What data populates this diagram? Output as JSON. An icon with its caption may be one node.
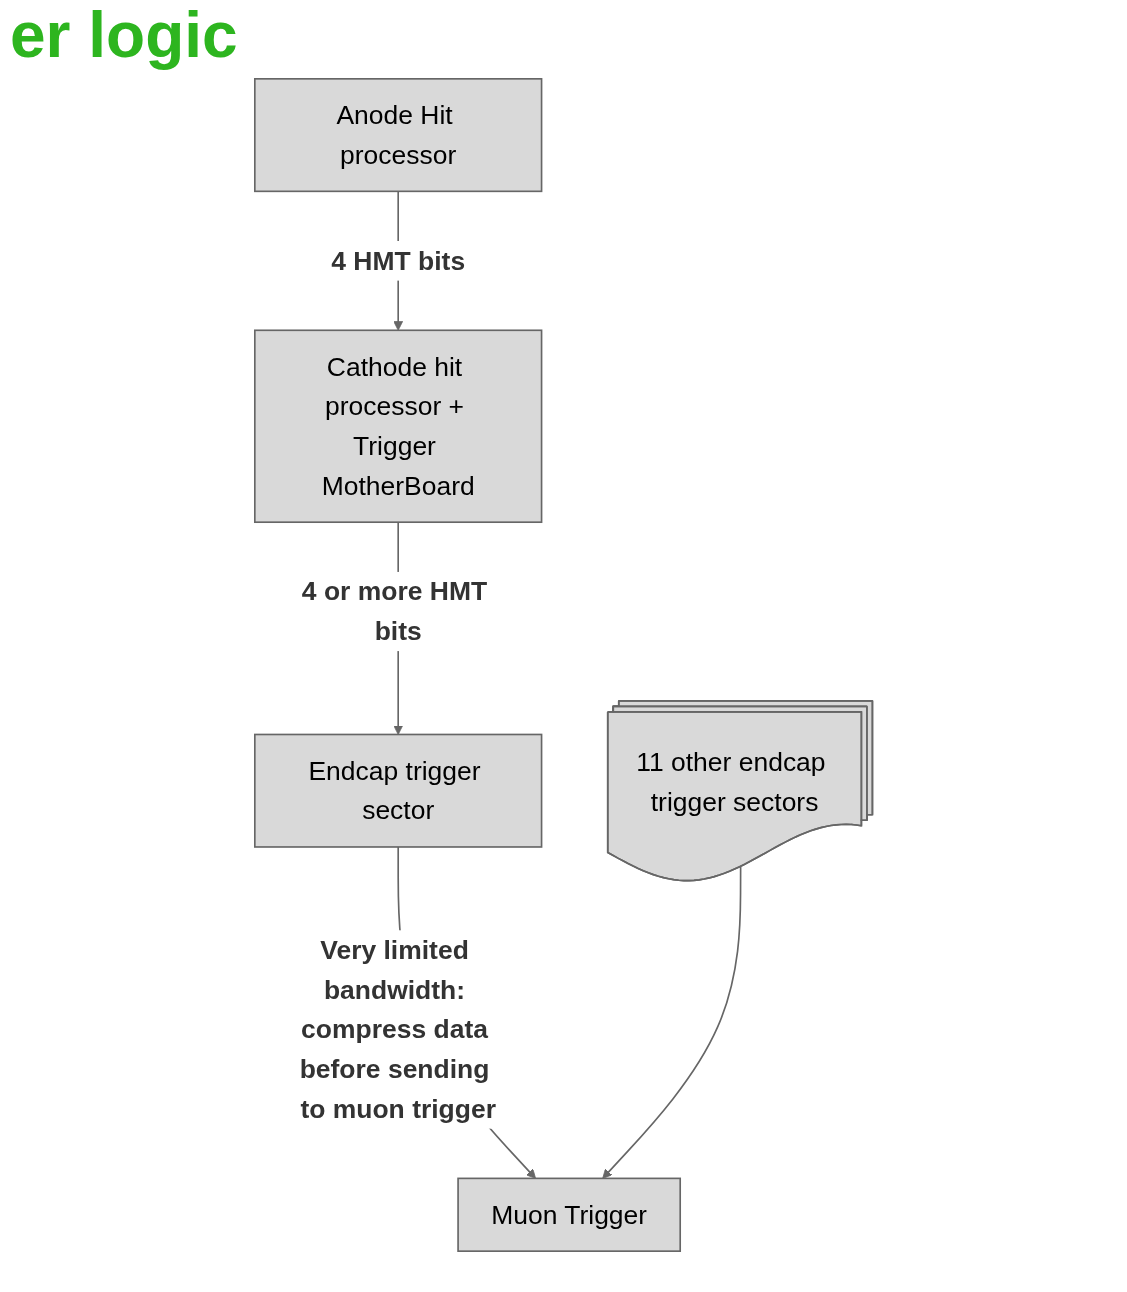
{
  "diagram": {
    "title": "er logic",
    "nodes": [
      {
        "text": [
          "Anode Hit processor"
        ]
      },
      {
        "text": [
          "Cathode hit processor + Trigger MotherBoard"
        ]
      },
      {
        "text": [
          "Endcap trigger sector"
        ]
      },
      {
        "text": [
          "11 other endcap trigger sectors"
        ]
      },
      {
        "text": [
          "Muon Trigger"
        ]
      }
    ],
    "edges": [
      {
        "from": 0,
        "to": 1,
        "arrow": "to",
        "label": "4 HMT bits"
      },
      {
        "from": 1,
        "to": 2,
        "arrow": "to",
        "label": "4 or more HMT bits"
      },
      {
        "from": 2,
        "to": 4,
        "arrow": "to",
        "label": "Very limited bandwidth: compress data before sending to muon trigger"
      },
      {
        "from": 3,
        "to": 4,
        "arrow": "to"
      }
    ]
  }
}
